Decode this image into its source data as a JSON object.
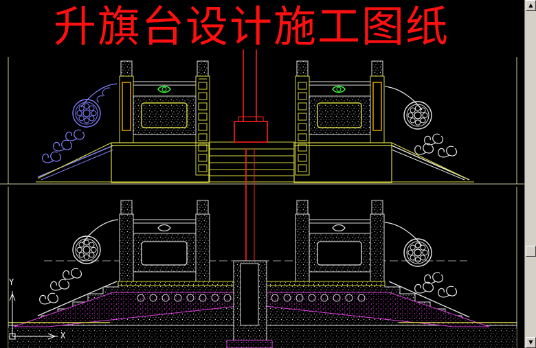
{
  "title": "升旗台设计施工图纸",
  "ucs": {
    "y_label": "Y",
    "x_label": "X"
  },
  "scrollbar": {
    "up_glyph": "▲",
    "down_glyph": "▼"
  },
  "colors": {
    "background": "#000000",
    "title": "#ff1010",
    "flagpole": "#ff2020",
    "outline_yellow": "#d8d840",
    "outline_green": "#70ff70",
    "ornament_blue": "#8080ff",
    "hatch_magenta": "#e040e0",
    "panel_orange": "#e0a000",
    "grid_line": "#c8c8a0"
  },
  "icons": [
    "ucs-axis-icon",
    "scroll-up-arrow-icon",
    "scroll-down-arrow-icon"
  ]
}
